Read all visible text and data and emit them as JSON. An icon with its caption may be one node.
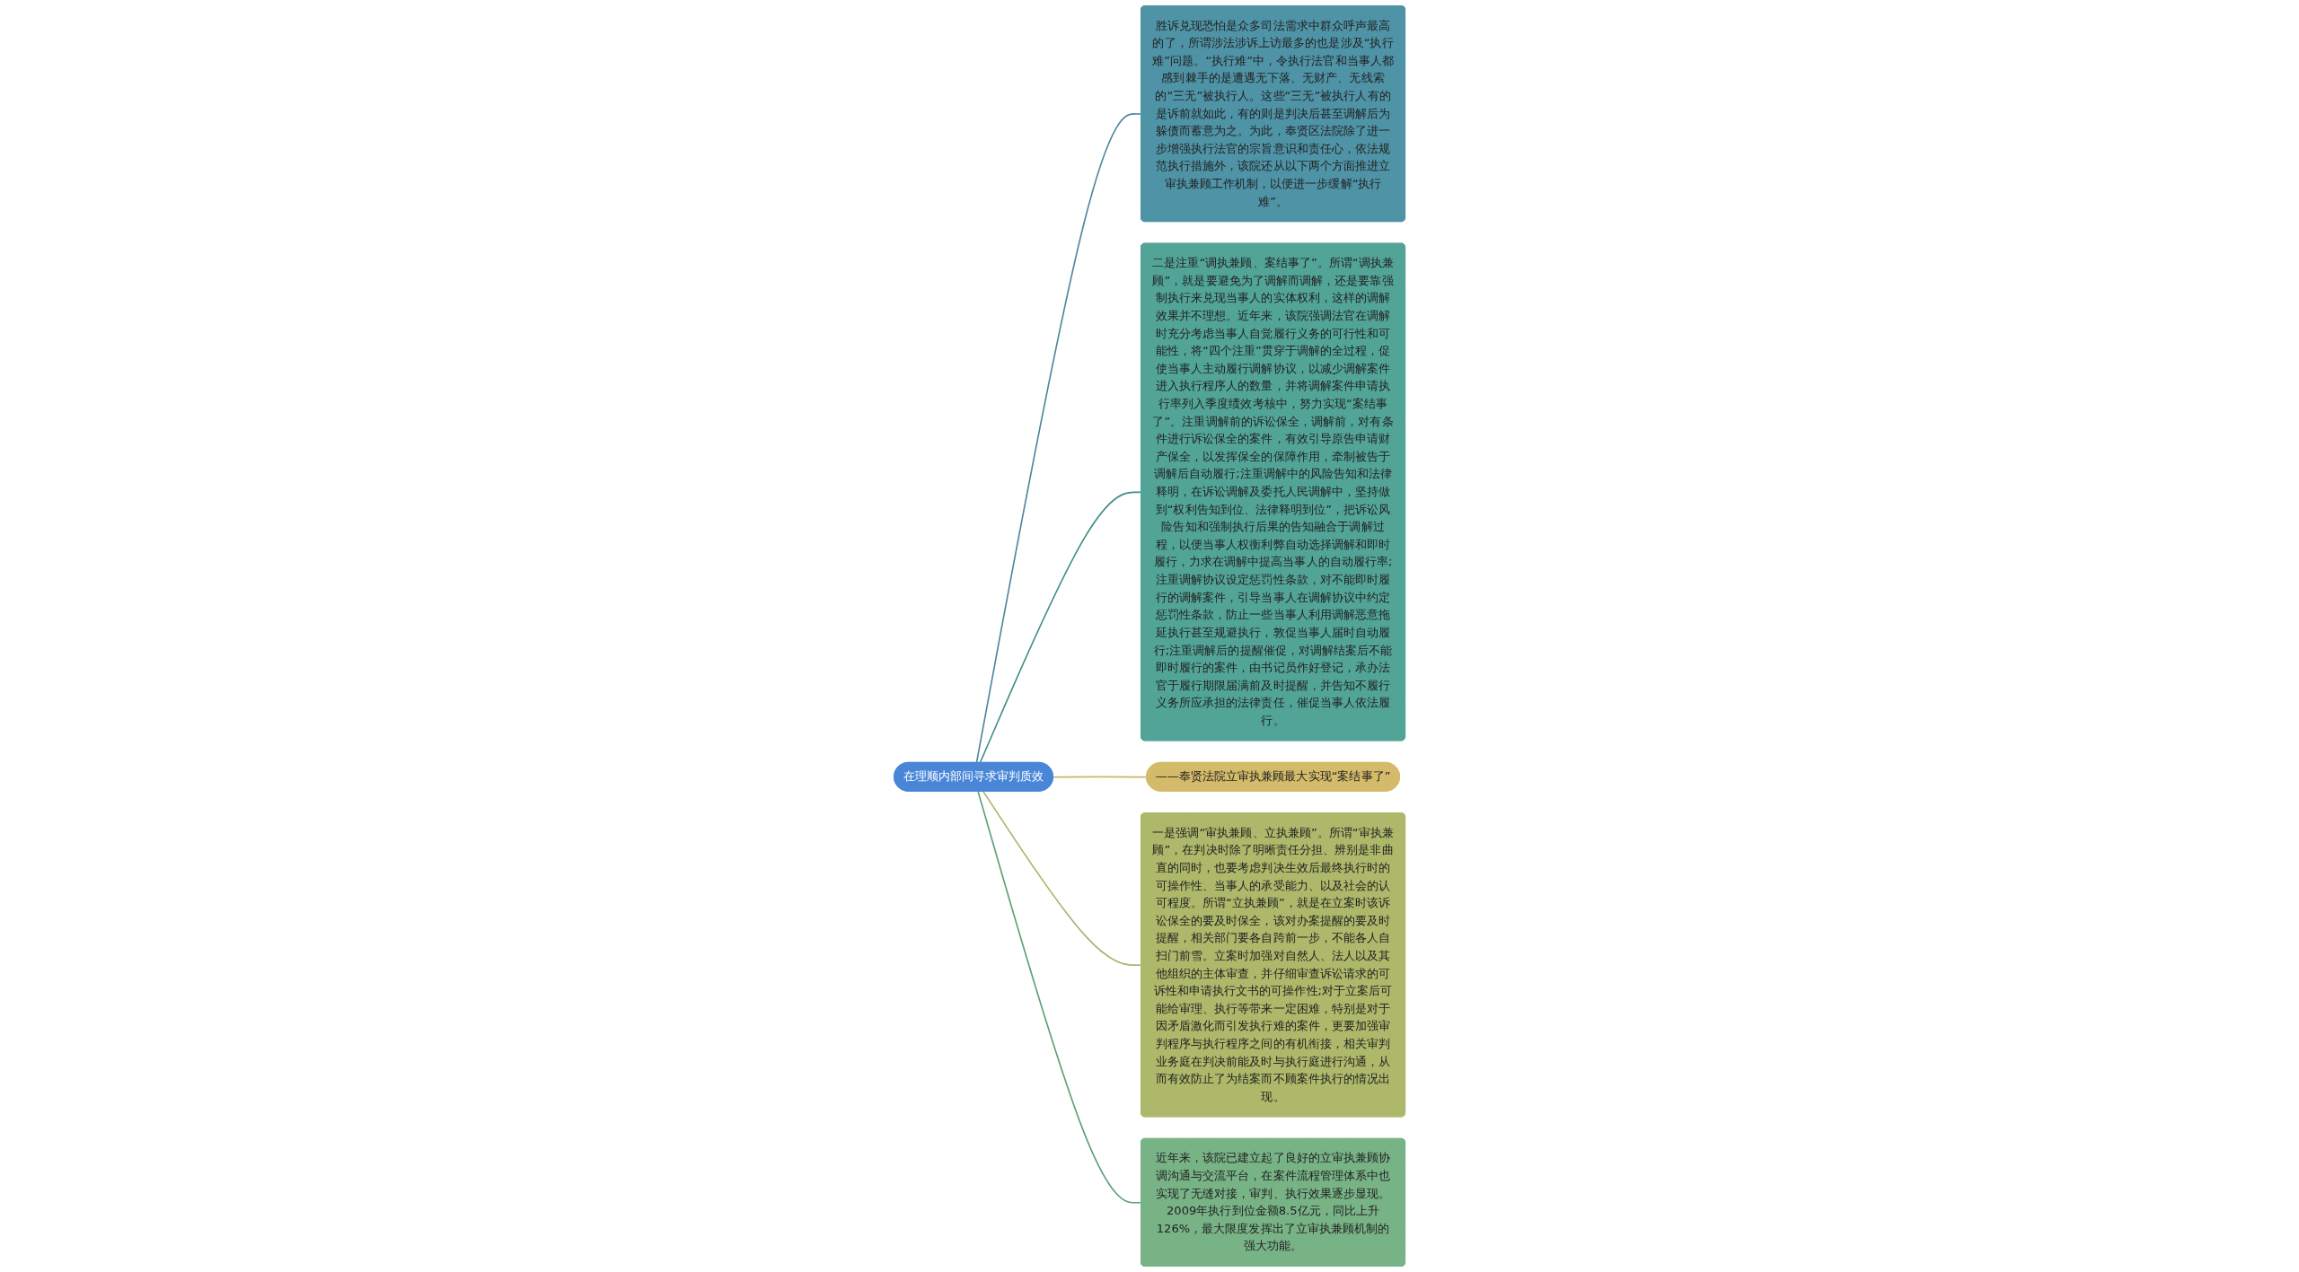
{
  "diagram": {
    "nodes": [
      {
        "text": [
          "在理顺内部间寻求审判质效"
        ]
      },
      {
        "text": [
          "胜诉兑现恐怕是众多司法需求中群众呼声最高的了，所谓涉法涉诉上访最多的也是涉及“执行难”问题。“执行难”中，令执行法官和当事人都感到棘手的是遭遇无下落、无财产、无线索的“三无”被执行人。这些“三无”被执行人有的是诉前就如此，有的则是判决后甚至调解后为躲债而蓄意为之。为此，奉贤区法院除了进一步增强执行法官的宗旨意识和责任心，依法规范执行措施外，该院还从以下两个方面推进立审执兼顾工作机制，以便进一步缓解“执行难”。"
        ]
      },
      {
        "text": [
          "二是注重“调执兼顾、案结事了”。所谓“调执兼顾”，就是要避免为了调解而调解，还是要靠强制执行来兑现当事人的实体权利，这样的调解效果并不理想。近年来，该院强调法官在调解时充分考虑当事人自觉履行义务的可行性和可能性，将“四个注重”贯穿于调解的全过程，促使当事人主动履行调解协议，以减少调解案件进入执行程序人的数量，并将调解案件申请执行率列入季度绩效考核中，努力实现“案结事了”。注重调解前的诉讼保全，调解前，对有条件进行诉讼保全的案件，有效引导原告申请财产保全，以发挥保全的保障作用，牵制被告于调解后自动履行;注重调解中的风险告知和法律释明，在诉讼调解及委托人民调解中，坚持做到“权利告知到位、法律释明到位”，把诉讼风险告知和强制执行后果的告知融合于调解过程，以便当事人权衡利弊自动选择调解和即时履行，力求在调解中提高当事人的自动履行率;注重调解协议设定惩罚性条款，对不能即时履行的调解案件，引导当事人在调解协议中约定惩罚性条款，防止一些当事人利用调解恶意拖延执行甚至规避执行，敦促当事人届时自动履行;注重调解后的提醒催促，对调解结案后不能即时履行的案件，由书记员作好登记，承办法官于履行期限届满前及时提醒，并告知不履行义务所应承担的法律责任，催促当事人依法履行。"
        ]
      },
      {
        "text": [
          "——奉贤法院立审执兼顾最大实现“案结事了”"
        ]
      },
      {
        "text": [
          "一是强调“审执兼顾、立执兼顾”。所谓“审执兼顾”，在判决时除了明晰责任分担、辨别是非曲直的同时，也要考虑判决生效后最终执行时的可操作性、当事人的承受能力、以及社会的认可程度。所谓“立执兼顾”，就是在立案时该诉讼保全的要及时保全，该对办案提醒的要及时提醒，相关部门要各自跨前一步，不能各人自扫门前雪。立案时加强对自然人、法人以及其他组织的主体审查，并仔细审查诉讼请求的可诉性和申请执行文书的可操作性;对于立案后可能给审理、执行等带来一定困难，特别是对于因矛盾激化而引发执行难的案件，更要加强审判程序与执行程序之间的有机衔接，相关审判业务庭在判决前能及时与执行庭进行沟通，从而有效防止了为结案而不顾案件执行的情况出现。"
        ]
      },
      {
        "text": [
          "近年来，该院已建立起了良好的立审执兼顾协调沟通与交流平台，在案件流程管理体系中也实现了无缝对接，审判、执行效果逐步显现。2009年执行到位金额8.5亿元，同比上升126%，最大限度发挥出了立审执兼顾机制的强大功能。"
        ]
      }
    ],
    "edges": [
      {
        "from": 0,
        "to": 1,
        "arrow": "none",
        "color": "#4d87a0"
      },
      {
        "from": 0,
        "to": 2,
        "arrow": "none",
        "color": "#3e8f85"
      },
      {
        "from": 0,
        "to": 3,
        "arrow": "none",
        "color": "#c9b566"
      },
      {
        "from": 0,
        "to": 4,
        "arrow": "none",
        "color": "#a8b56a"
      },
      {
        "from": 0,
        "to": 5,
        "arrow": "none",
        "color": "#5e9e73"
      }
    ]
  }
}
